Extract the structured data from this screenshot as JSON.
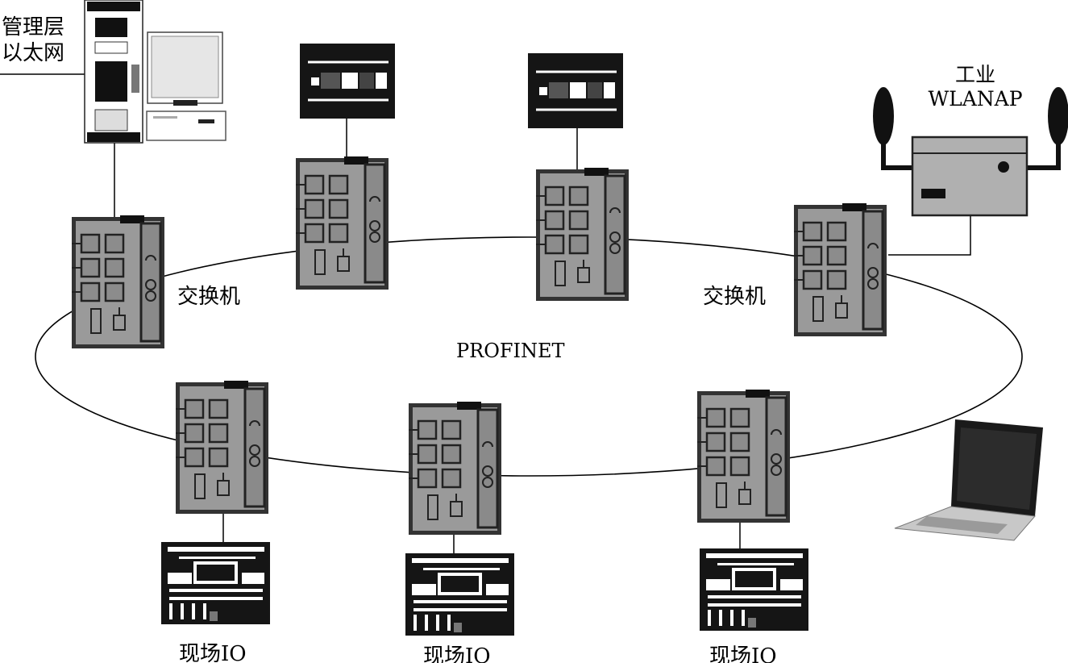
{
  "diagram": {
    "management_ethernet": "管理层\n以太网",
    "management_line1": "管理层",
    "management_line2": "以太网",
    "wlan_ap_line1": "工业",
    "wlan_ap_line2": "WLANAP",
    "switch_label_left": "交换机",
    "switch_label_right": "交换机",
    "ring_label": "PROFINET",
    "field_io_1": "现场IO",
    "field_io_2": "现场IO",
    "field_io_3": "现场IO"
  },
  "colors": {
    "switch_body": "#9a9a9a",
    "switch_border": "#333333",
    "dark": "#1a1a1a",
    "line": "#000000"
  },
  "icons": [
    "desktop-computer-icon",
    "plc-module-icon",
    "network-switch-icon",
    "wireless-access-point-icon",
    "field-io-module-icon",
    "laptop-icon"
  ]
}
